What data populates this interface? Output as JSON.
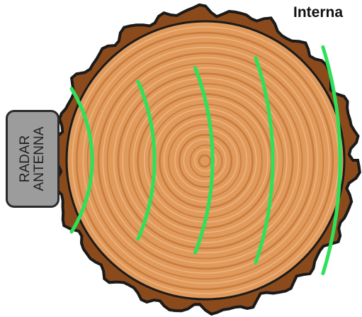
{
  "diagram": {
    "title": "Interna",
    "antenna": {
      "line1": "RADAR",
      "line2": "ANTENNA"
    }
  },
  "colors": {
    "bark": "#8a4a1c",
    "bark_outline": "#1a1a1a",
    "wood": "#e09a5c",
    "ring": "#c97c3e",
    "ring_light": "#f0b37e",
    "wave": "#2ee05a",
    "antenna_fill": "#9c9c9c"
  },
  "icons": {
    "antenna": "radar-antenna-icon",
    "waves": "radar-wave-icon"
  }
}
